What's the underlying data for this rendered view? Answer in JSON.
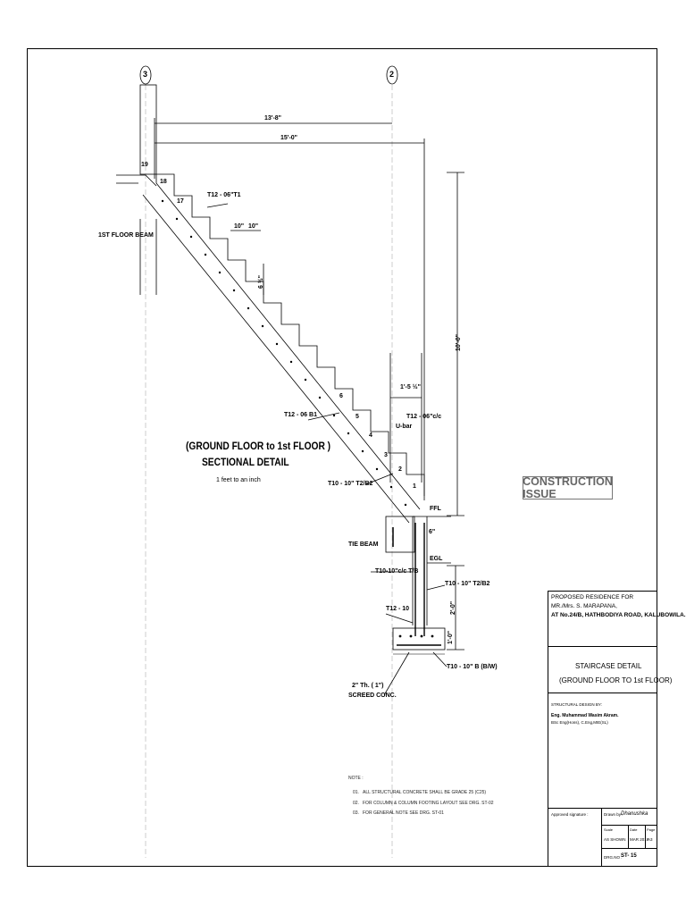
{
  "grid": {
    "left": "3",
    "right": "2"
  },
  "dims": {
    "dim_top": "13'-8\"",
    "dim_second": "15'-0\"",
    "dim_height": "10'-0\"",
    "dim_going1": "10\"",
    "dim_going2": "10\"",
    "dim_riser": "6 ½\"",
    "dim_landing": "1'-5 ½\"",
    "dim_slab": "6\"",
    "dim_footing": "2'-0\"",
    "dim_ft": "1'-0\""
  },
  "labels": {
    "first_floor_beam": "1ST FLOOR BEAM",
    "bar_t12_top": "T12 - 06\"T1",
    "bar_t12_b1": "T12 - 06 B1",
    "bar_t10_t2b2": "T10 - 10\" T2/B2",
    "bar_t12_ub": "T12 - 06\"c/c",
    "u_bar": "U-bar",
    "ffl": "FFL",
    "egl": "EGL",
    "tie_beam": "TIE BEAM",
    "bar_t10_tb": "T10-10\"c/c T/B",
    "bar_t10_right": "T10 - 10\" T2/B2",
    "bar_t12_10": "T12 - 10",
    "bar_t10_bw": "T10 - 10\" B (B/W)",
    "screed": "2\" Th. ( 1\")",
    "screed2": "SCREED CONC."
  },
  "steps": [
    "19",
    "18",
    "17",
    "6",
    "5",
    "4",
    "3",
    "2",
    "1"
  ],
  "section": {
    "title1": "(GROUND FLOOR to 1st FLOOR )",
    "title2": "SECTIONAL DETAIL",
    "scale": "1 feet to an inch"
  },
  "stamp": "CONSTRUCTION ISSUE",
  "notes": {
    "heading": "NOTE :",
    "items": [
      {
        "num": "01.",
        "text": "ALL STRUCTURAL CONCRETE SHALL BE GRADE 25 (C25)"
      },
      {
        "num": "02.",
        "text": "FOR COLUMN & COLUMN FOOTING LAYOUT SEE DRG. ST-02"
      },
      {
        "num": "03.",
        "text": "FOR GENERAL NOTE SEE DRG. ST-01"
      }
    ]
  },
  "titleblock": {
    "project1": "PROPOSED RESIDENCE FOR",
    "project2": "MR./Mrs. S. MARAPANA,",
    "project3": "AT No.24/B, HATHBODIYA ROAD, KALUBOWILA.",
    "drawing1": "STAIRCASE DETAIL",
    "drawing2": "(GROUND FLOOR TO 1st FLOOR)",
    "designed_by_label": "STRUCTURAL DESIGN BY:",
    "engineer": "Eng. Muhammad Wasim Akram.",
    "quals": "BSc Eng(Hons), C.Eng,MIE(SL)",
    "approved_label": "Approved signature :",
    "drawn_label": "Drawn by :",
    "drawn_value": "Dhanushka",
    "scale_label": "Scale",
    "scale_value": "AS SHOWN",
    "date_label": "Date",
    "date_value": "MAR 2019",
    "page_label": "Page",
    "page_value": "A3",
    "drg_label": "DRG.NO :",
    "drg_value": "ST- 15"
  },
  "colors": {
    "line": "#000000",
    "hatch": "#888888",
    "stamp": "#666666"
  }
}
